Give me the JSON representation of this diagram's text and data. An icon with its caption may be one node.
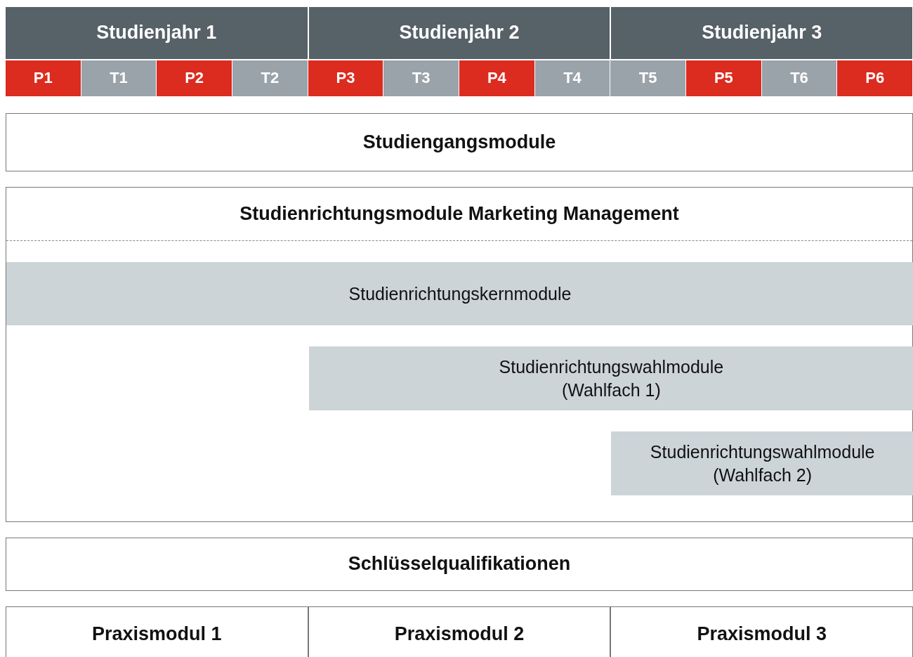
{
  "diagram": {
    "nodes": [
      {
        "text": [
          "Studienjahr 1"
        ]
      },
      {
        "text": [
          "Studienjahr 2"
        ]
      },
      {
        "text": [
          "Studienjahr 3"
        ]
      },
      {
        "text": [
          "P1"
        ]
      },
      {
        "text": [
          "T1"
        ]
      },
      {
        "text": [
          "P2"
        ]
      },
      {
        "text": [
          "T2"
        ]
      },
      {
        "text": [
          "P3"
        ]
      },
      {
        "text": [
          "T3"
        ]
      },
      {
        "text": [
          "P4"
        ]
      },
      {
        "text": [
          "T4"
        ]
      },
      {
        "text": [
          "T5"
        ]
      },
      {
        "text": [
          "P5"
        ]
      },
      {
        "text": [
          "T6"
        ]
      },
      {
        "text": [
          "P6"
        ]
      },
      {
        "text": [
          "Studiengangsmodule"
        ]
      },
      {
        "text": [
          "Studienrichtungsmodule Marketing Management"
        ]
      },
      {
        "text": [
          "Studienrichtungskernmodule"
        ],
        "in": 16
      },
      {
        "text": [
          "Studienrichtungswahlmodule (Wahlfach 1)"
        ],
        "in": 16
      },
      {
        "text": [
          "Studienrichtungswahlmodule (Wahlfach 2)"
        ],
        "in": 16
      },
      {
        "text": [
          "Schlüsselqualifikationen"
        ]
      },
      {
        "text": [
          "Praxismodul 1"
        ]
      },
      {
        "text": [
          "Praxismodul 2"
        ]
      },
      {
        "text": [
          "Praxismodul 3"
        ]
      }
    ],
    "edges": []
  }
}
